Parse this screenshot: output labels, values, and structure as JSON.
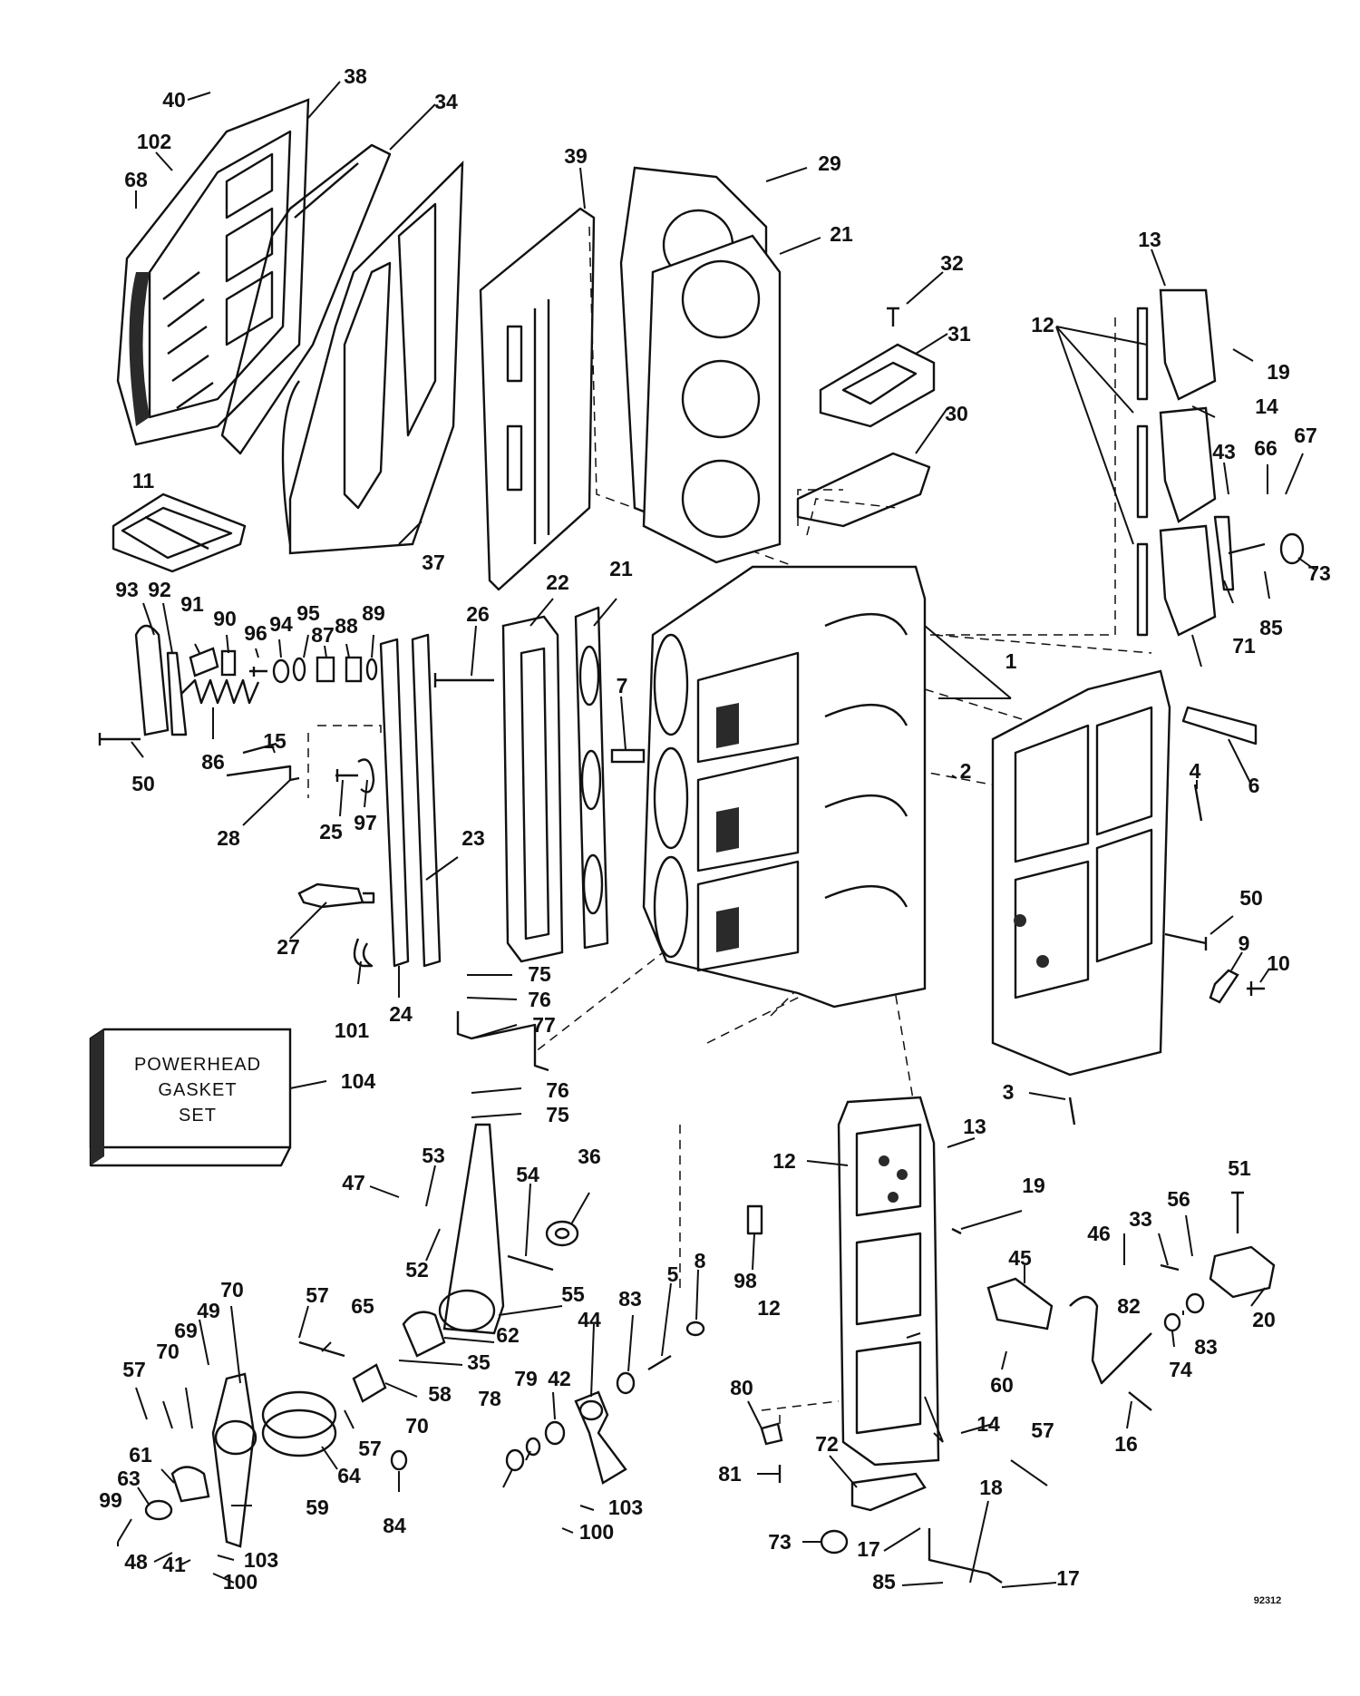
{
  "diagram": {
    "figure_number": "92312",
    "gasket_box": {
      "lines": [
        "POWERHEAD",
        "GASKET",
        "SET"
      ],
      "ref": "104"
    },
    "parts": [
      {
        "ref": "40"
      },
      {
        "ref": "38"
      },
      {
        "ref": "102"
      },
      {
        "ref": "34"
      },
      {
        "ref": "68"
      },
      {
        "ref": "39"
      },
      {
        "ref": "29"
      },
      {
        "ref": "21"
      },
      {
        "ref": "32"
      },
      {
        "ref": "31"
      },
      {
        "ref": "30"
      },
      {
        "ref": "13"
      },
      {
        "ref": "12"
      },
      {
        "ref": "19"
      },
      {
        "ref": "14"
      },
      {
        "ref": "43"
      },
      {
        "ref": "66"
      },
      {
        "ref": "67"
      },
      {
        "ref": "11"
      },
      {
        "ref": "37"
      },
      {
        "ref": "73"
      },
      {
        "ref": "85"
      },
      {
        "ref": "71"
      },
      {
        "ref": "93"
      },
      {
        "ref": "92"
      },
      {
        "ref": "91"
      },
      {
        "ref": "90"
      },
      {
        "ref": "96"
      },
      {
        "ref": "94"
      },
      {
        "ref": "95"
      },
      {
        "ref": "88"
      },
      {
        "ref": "89"
      },
      {
        "ref": "87"
      },
      {
        "ref": "26"
      },
      {
        "ref": "22"
      },
      {
        "ref": "7"
      },
      {
        "ref": "1"
      },
      {
        "ref": "86"
      },
      {
        "ref": "50"
      },
      {
        "ref": "15"
      },
      {
        "ref": "2"
      },
      {
        "ref": "4"
      },
      {
        "ref": "6"
      },
      {
        "ref": "28"
      },
      {
        "ref": "25"
      },
      {
        "ref": "97"
      },
      {
        "ref": "23"
      },
      {
        "ref": "27"
      },
      {
        "ref": "9"
      },
      {
        "ref": "10"
      },
      {
        "ref": "101"
      },
      {
        "ref": "24"
      },
      {
        "ref": "75"
      },
      {
        "ref": "76"
      },
      {
        "ref": "77"
      },
      {
        "ref": "3"
      },
      {
        "ref": "47"
      },
      {
        "ref": "53"
      },
      {
        "ref": "54"
      },
      {
        "ref": "36"
      },
      {
        "ref": "52"
      },
      {
        "ref": "51"
      },
      {
        "ref": "46"
      },
      {
        "ref": "33"
      },
      {
        "ref": "56"
      },
      {
        "ref": "45"
      },
      {
        "ref": "20"
      },
      {
        "ref": "98"
      },
      {
        "ref": "8"
      },
      {
        "ref": "5"
      },
      {
        "ref": "83"
      },
      {
        "ref": "44"
      },
      {
        "ref": "55"
      },
      {
        "ref": "62"
      },
      {
        "ref": "65"
      },
      {
        "ref": "70"
      },
      {
        "ref": "57"
      },
      {
        "ref": "49"
      },
      {
        "ref": "69"
      },
      {
        "ref": "35"
      },
      {
        "ref": "58"
      },
      {
        "ref": "82"
      },
      {
        "ref": "60"
      },
      {
        "ref": "74"
      },
      {
        "ref": "16"
      },
      {
        "ref": "61"
      },
      {
        "ref": "63"
      },
      {
        "ref": "99"
      },
      {
        "ref": "64"
      },
      {
        "ref": "78"
      },
      {
        "ref": "79"
      },
      {
        "ref": "42"
      },
      {
        "ref": "80"
      },
      {
        "ref": "81"
      },
      {
        "ref": "72"
      },
      {
        "ref": "18"
      },
      {
        "ref": "59"
      },
      {
        "ref": "84"
      },
      {
        "ref": "103"
      },
      {
        "ref": "100"
      },
      {
        "ref": "48"
      },
      {
        "ref": "41"
      },
      {
        "ref": "17"
      }
    ]
  }
}
